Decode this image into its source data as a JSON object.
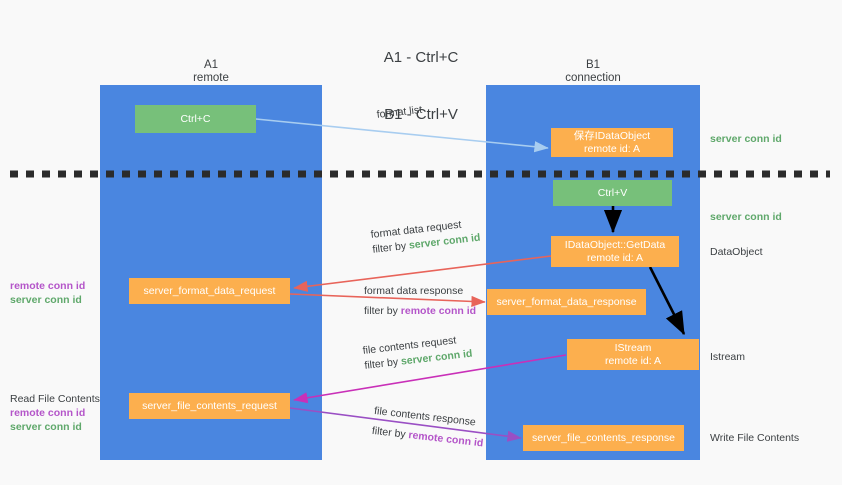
{
  "title": {
    "line1": "A1 - Ctrl+C",
    "line2": "B1 - Ctrl+V"
  },
  "lanes": [
    {
      "name": "A1",
      "role": "remote"
    },
    {
      "name": "B1",
      "role": "connection"
    }
  ],
  "colors": {
    "lane_blue": "#4a86e0",
    "box_green": "#77c07a",
    "box_orange": "#fcaf4e",
    "server_conn_id": "#5fa86b",
    "remote_conn_id": "#b455c9",
    "format_list_arrow": "#a8cdf0",
    "format_data_arrow": "#e8645a",
    "file_contents_arrow": "#c930b8",
    "file_contents_response_arrow": "#9a4fc4",
    "flow_black": "#000000",
    "text": "#3c4043",
    "background": "#f9f9f9"
  },
  "boxes": {
    "ctrl_c": {
      "line1": "Ctrl+C"
    },
    "save_idataobject": {
      "line1": "保存IDataObject",
      "line2": "remote id: A"
    },
    "ctrl_v": {
      "line1": "Ctrl+V"
    },
    "getdata": {
      "line1": "IDataObject::GetData",
      "line2": "remote id: A"
    },
    "server_format_data_request": {
      "line1": "server_format_data_request"
    },
    "server_format_data_response": {
      "line1": "server_format_data_response"
    },
    "istream": {
      "line1": "IStream",
      "line2": "remote id: A"
    },
    "server_file_contents_request": {
      "line1": "server_file_contents_request"
    },
    "server_file_contents_response": {
      "line1": "server_file_contents_response"
    }
  },
  "flows": [
    {
      "id": "format-list",
      "label": "format list",
      "filter_prefix": "",
      "filter_token": "",
      "filter_token_kind": ""
    },
    {
      "id": "format-data-request",
      "label": "format data request",
      "filter_prefix": "filter by ",
      "filter_token": "server conn id",
      "filter_token_kind": "server"
    },
    {
      "id": "format-data-response",
      "label": "format data response",
      "filter_prefix": "filter by ",
      "filter_token": "remote conn id",
      "filter_token_kind": "remote"
    },
    {
      "id": "file-contents-request",
      "label": "file contents request",
      "filter_prefix": "filter by ",
      "filter_token": "server conn id",
      "filter_token_kind": "server"
    },
    {
      "id": "file-contents-response",
      "label": "file contents response",
      "filter_prefix": "filter by ",
      "filter_token": "remote conn id",
      "filter_token_kind": "remote"
    }
  ],
  "right_notes": [
    {
      "id": "right-server-conn-id-1",
      "text": "server conn id",
      "kind": "server"
    },
    {
      "id": "right-server-conn-id-2",
      "text": "server conn id",
      "kind": "server"
    },
    {
      "id": "right-dataobject",
      "text": "DataObject",
      "kind": "plain"
    },
    {
      "id": "right-istream",
      "text": "Istream",
      "kind": "plain"
    },
    {
      "id": "right-write-file-contents",
      "text": "Write File Contents",
      "kind": "plain"
    }
  ],
  "left_notes": [
    {
      "id": "left-format-data",
      "remote": "remote conn id",
      "server": "server conn id"
    },
    {
      "id": "left-file-contents",
      "heading": "Read File Contents",
      "remote": "remote conn id",
      "server": "server conn id"
    }
  ]
}
